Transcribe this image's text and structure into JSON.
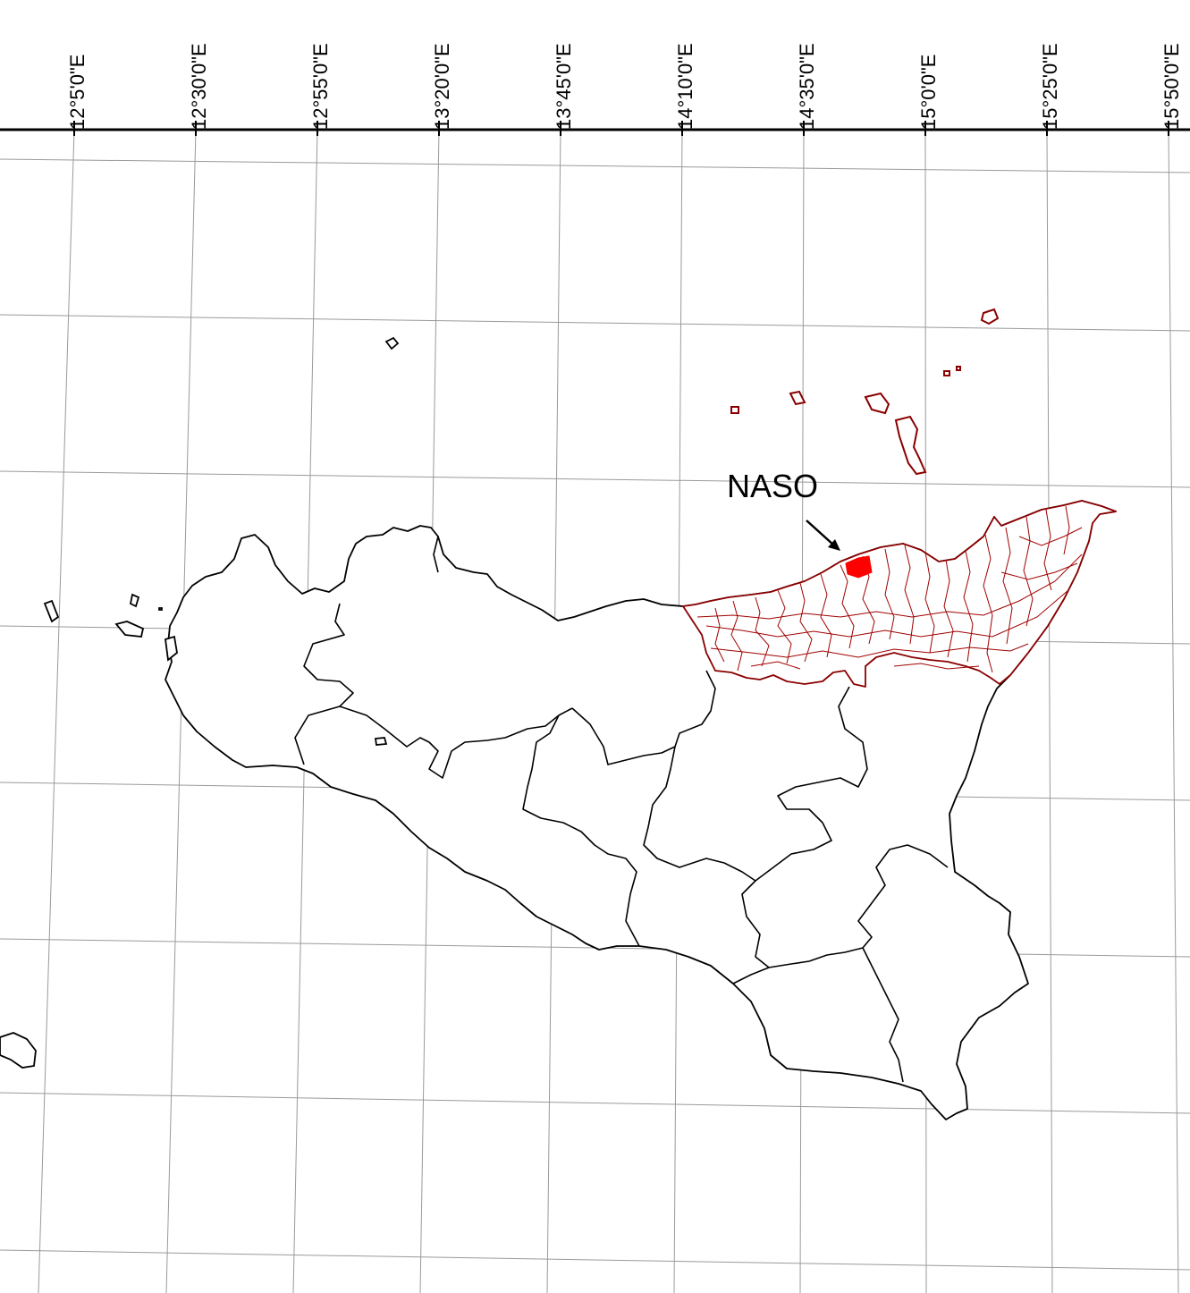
{
  "map": {
    "lon_ticks": [
      "12°5'0\"E",
      "12°30'0\"E",
      "12°55'0\"E",
      "13°20'0\"E",
      "13°45'0\"E",
      "14°10'0\"E",
      "14°35'0\"E",
      "15°0'0\"E",
      "15°25'0\"E",
      "15°50'0\"E"
    ],
    "highlight": {
      "label": "NASO",
      "color": "#ff0000"
    },
    "colors": {
      "province_border": "#8b0000",
      "comune_border": "#a00000",
      "coastline": "#000000",
      "graticule": "#9a9a9a"
    }
  }
}
